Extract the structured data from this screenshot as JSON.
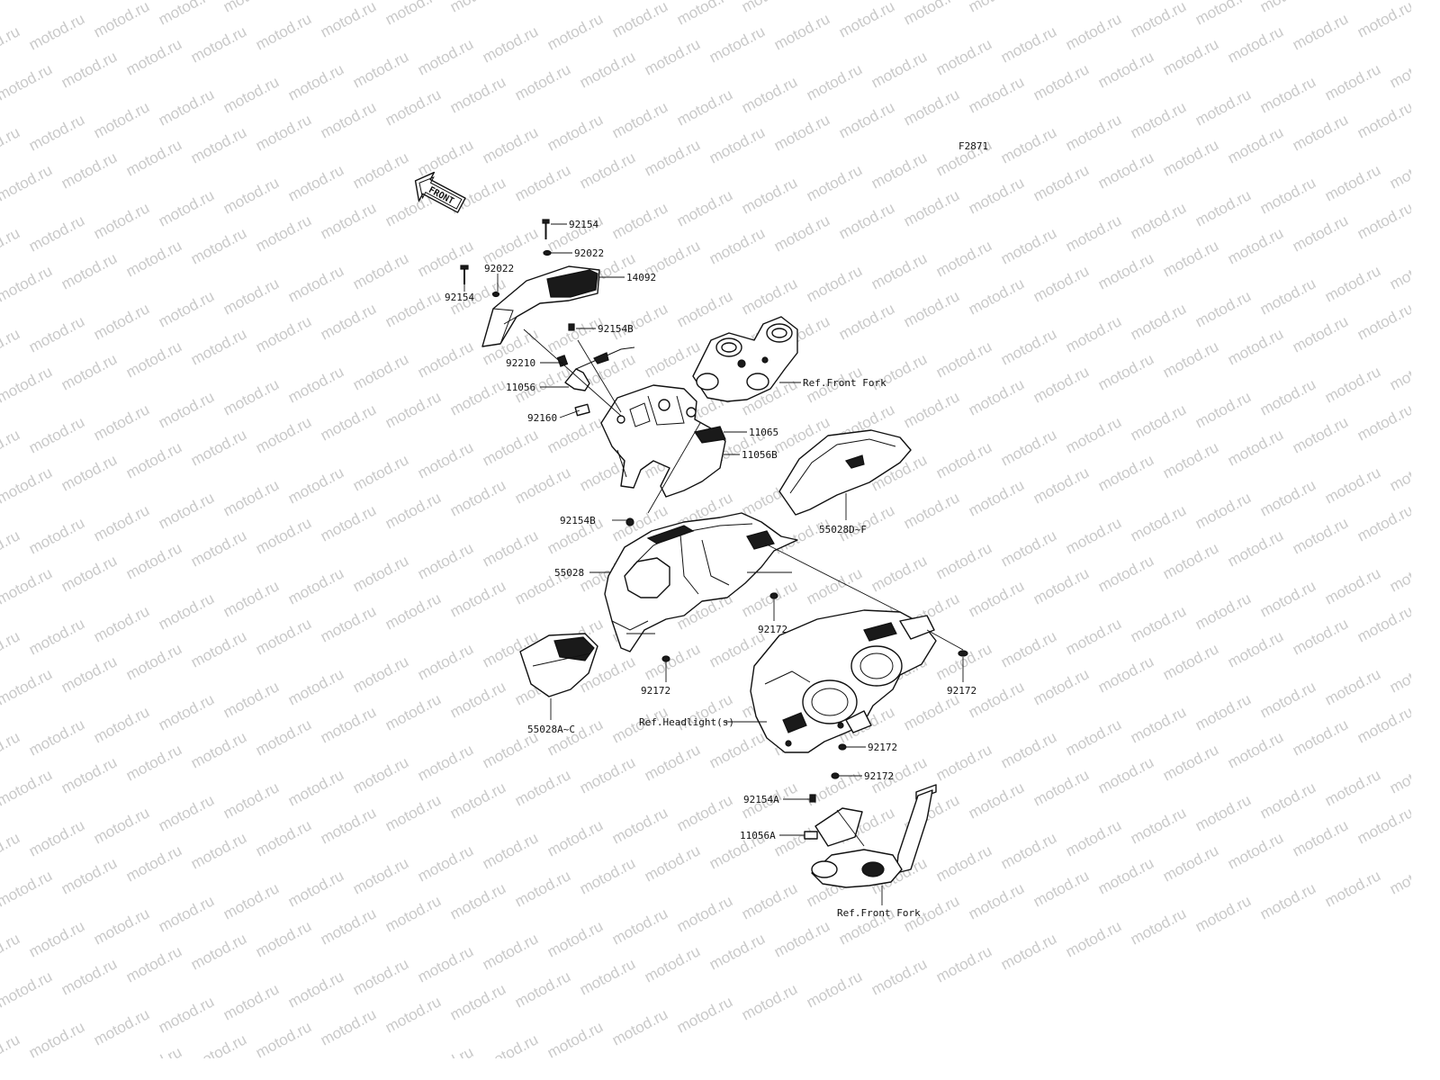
{
  "figure_code": "F2871",
  "front_arrow_label": "FRONT",
  "watermark": "motod.ru",
  "parts": {
    "p92154_top": "92154",
    "p92022_top": "92022",
    "p92022_left": "92022",
    "p92154_left": "92154",
    "p14092": "14092",
    "p92154B_top": "92154B",
    "p92210": "92210",
    "p11056": "11056",
    "p92160": "92160",
    "p11065": "11065",
    "p11056B": "11056B",
    "p92154B_bottom": "92154B",
    "p55028D_F": "55028D~F",
    "p55028": "55028",
    "p92172_center": "92172",
    "p92172_left": "92172",
    "p92172_right": "92172",
    "p92172_head1": "92172",
    "p92172_head2": "92172",
    "p55028A_C": "55028A~C",
    "p92154A": "92154A",
    "p11056A": "11056A"
  },
  "references": {
    "front_fork_top": "Ref.Front Fork",
    "headlight": "Ref.Headlight(s)",
    "front_fork_bottom": "Ref.Front Fork"
  }
}
